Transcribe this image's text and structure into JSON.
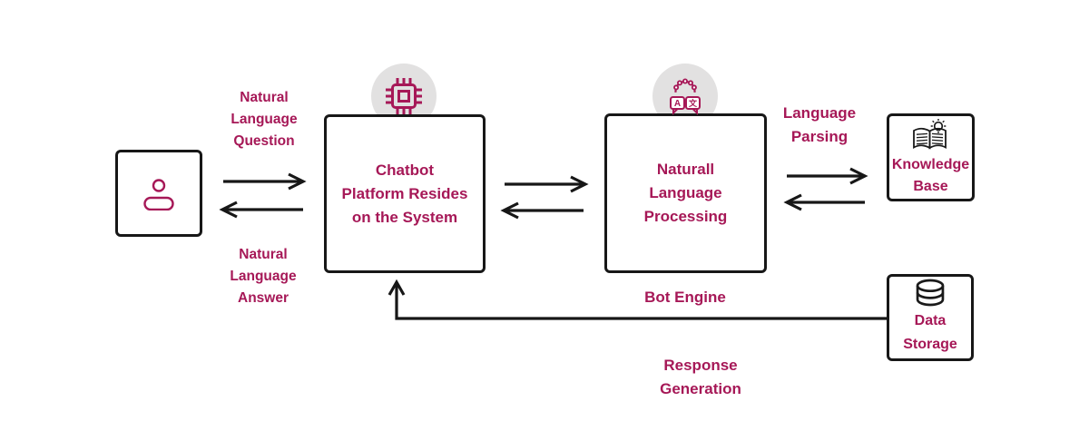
{
  "diagram": {
    "colors": {
      "accent": "#A61857",
      "line_black": "#171717",
      "icon_circle_gray": "#E2E1E1",
      "background": "#FFFFFF"
    },
    "nodes": {
      "user": {
        "icon": "person-icon"
      },
      "chatbot_platform": {
        "icon": "chip-icon",
        "lines": [
          "Chatbot",
          "Platform Resides",
          "on the System"
        ]
      },
      "nlp": {
        "icon": "language-translate-icon",
        "lines": [
          "Naturall",
          "Language",
          "Processing"
        ]
      },
      "knowledge_base": {
        "icon": "open-book-bulb-icon",
        "lines": [
          "Knowledge",
          "Base"
        ]
      },
      "data_storage": {
        "icon": "database-icon",
        "lines": [
          "Data",
          "Storage"
        ]
      }
    },
    "flow_labels": {
      "question": {
        "lines": [
          "Natural",
          "Language",
          "Question"
        ]
      },
      "answer": {
        "lines": [
          "Natural",
          "Language",
          "Answer"
        ]
      },
      "language_parsing": {
        "lines": [
          "Language",
          "Parsing"
        ]
      },
      "bot_engine": "Bot Engine",
      "response_generation": {
        "lines": [
          "Response",
          "Generation"
        ]
      }
    }
  }
}
